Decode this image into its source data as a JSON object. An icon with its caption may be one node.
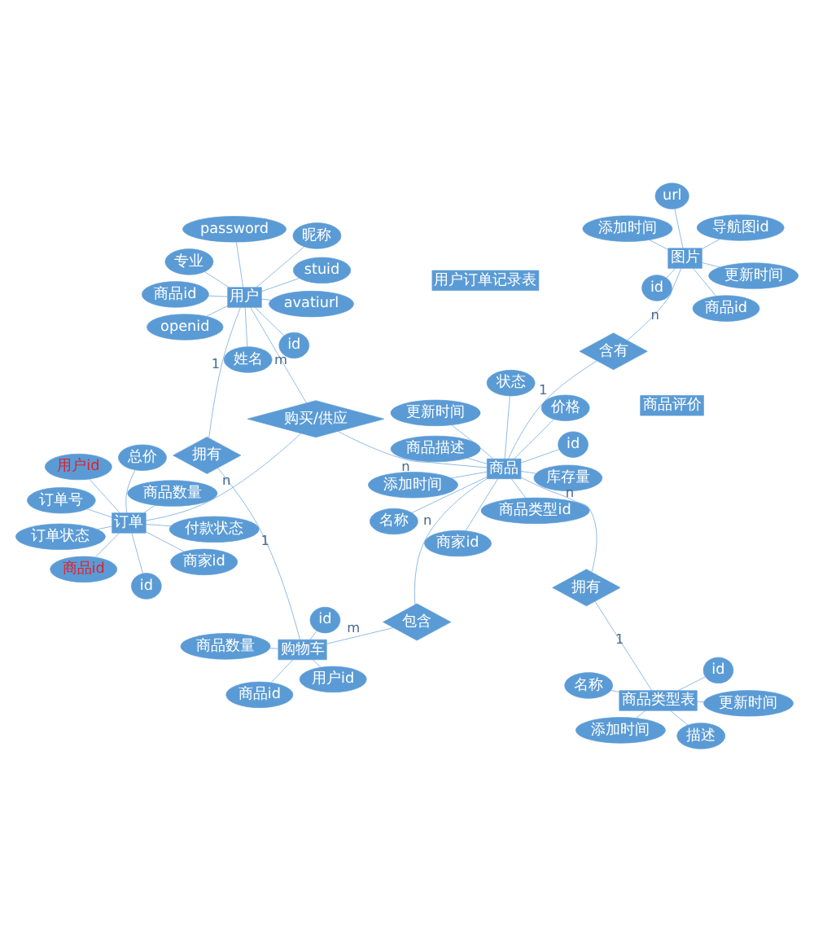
{
  "diagram": {
    "nodes": [
      {
        "text": [
          "用户"
        ]
      },
      {
        "text": [
          "专业"
        ]
      },
      {
        "text": [
          "id"
        ]
      },
      {
        "text": [
          "openid"
        ]
      },
      {
        "text": [
          "商品id"
        ]
      },
      {
        "text": [
          "password"
        ]
      },
      {
        "text": [
          "姓名"
        ]
      },
      {
        "text": [
          "昵称"
        ]
      },
      {
        "text": [
          "avatiurl"
        ]
      },
      {
        "text": [
          "stuid"
        ]
      },
      {
        "text": [
          "用户订单记录表"
        ]
      },
      {
        "text": [
          "商品评价"
        ]
      },
      {
        "text": [
          "拥有"
        ]
      },
      {
        "text": [
          "id"
        ]
      },
      {
        "text": [
          "商品id"
        ]
      },
      {
        "text": [
          "购物车"
        ]
      },
      {
        "text": [
          "用户id"
        ]
      },
      {
        "text": [
          "商品数量"
        ]
      },
      {
        "text": [
          "购买/供应"
        ]
      },
      {
        "text": [
          "id"
        ]
      },
      {
        "text": [
          "订单号"
        ]
      },
      {
        "text": [
          "总价"
        ]
      },
      {
        "text": [
          "用户id"
        ]
      },
      {
        "text": [
          "订单"
        ]
      },
      {
        "text": [
          "商品id"
        ]
      },
      {
        "text": [
          "商家id"
        ]
      },
      {
        "text": [
          "商品数量"
        ]
      },
      {
        "text": [
          "付款状态"
        ]
      },
      {
        "text": [
          "订单状态"
        ]
      },
      {
        "text": [
          "添加时间"
        ]
      },
      {
        "text": [
          "id"
        ]
      },
      {
        "text": [
          "名称"
        ]
      },
      {
        "text": [
          "更新时间"
        ]
      },
      {
        "text": [
          "价格"
        ]
      },
      {
        "text": [
          "包含"
        ]
      },
      {
        "text": [
          "商品"
        ]
      },
      {
        "text": [
          "含有"
        ]
      },
      {
        "text": [
          "库存量"
        ]
      },
      {
        "text": [
          "商品类型id"
        ]
      },
      {
        "text": [
          "状态"
        ]
      },
      {
        "text": [
          "商家id"
        ]
      },
      {
        "text": [
          "商品描述"
        ]
      },
      {
        "text": [
          "id"
        ]
      },
      {
        "text": [
          "商品id"
        ]
      },
      {
        "text": [
          "图片"
        ]
      },
      {
        "text": [
          "导航图id"
        ]
      },
      {
        "text": [
          "添加时间"
        ]
      },
      {
        "text": [
          "url"
        ]
      },
      {
        "text": [
          "更新时间"
        ]
      },
      {
        "text": [
          "拥有"
        ]
      },
      {
        "text": [
          "id"
        ]
      },
      {
        "text": [
          "名称"
        ]
      },
      {
        "text": [
          "商品类型表"
        ]
      },
      {
        "text": [
          "更新时间"
        ]
      },
      {
        "text": [
          "添加时间"
        ]
      },
      {
        "text": [
          "描述"
        ]
      }
    ],
    "edges": [
      {
        "from": 0,
        "to": 1,
        "arrow": "none"
      },
      {
        "from": 0,
        "to": 2,
        "arrow": "none"
      },
      {
        "from": 0,
        "to": 3,
        "arrow": "none"
      },
      {
        "from": 0,
        "to": 4,
        "arrow": "none"
      },
      {
        "from": 0,
        "to": 5,
        "arrow": "none"
      },
      {
        "from": 0,
        "to": 6,
        "arrow": "none"
      },
      {
        "from": 0,
        "to": 7,
        "arrow": "none"
      },
      {
        "from": 0,
        "to": 8,
        "arrow": "none"
      },
      {
        "from": 0,
        "to": 9,
        "arrow": "none"
      },
      {
        "from": 0,
        "to": 12,
        "arrow": "none",
        "label": "1"
      },
      {
        "from": 12,
        "to": 15,
        "arrow": "none",
        "label": "1"
      },
      {
        "from": 15,
        "to": 13,
        "arrow": "none"
      },
      {
        "from": 15,
        "to": 14,
        "arrow": "none"
      },
      {
        "from": 15,
        "to": 16,
        "arrow": "none"
      },
      {
        "from": 15,
        "to": 17,
        "arrow": "none"
      },
      {
        "from": 0,
        "to": 18,
        "arrow": "none",
        "label": "m"
      },
      {
        "from": 18,
        "to": 23,
        "arrow": "none",
        "label": "n"
      },
      {
        "from": 18,
        "to": 35,
        "arrow": "none",
        "label": "n"
      },
      {
        "from": 23,
        "to": 19,
        "arrow": "none"
      },
      {
        "from": 23,
        "to": 20,
        "arrow": "none"
      },
      {
        "from": 23,
        "to": 21,
        "arrow": "none"
      },
      {
        "from": 23,
        "to": 22,
        "arrow": "none"
      },
      {
        "from": 23,
        "to": 24,
        "arrow": "none"
      },
      {
        "from": 23,
        "to": 25,
        "arrow": "none"
      },
      {
        "from": 23,
        "to": 26,
        "arrow": "none"
      },
      {
        "from": 23,
        "to": 27,
        "arrow": "none"
      },
      {
        "from": 23,
        "to": 28,
        "arrow": "none"
      },
      {
        "from": 15,
        "to": 34,
        "arrow": "none",
        "label": "m"
      },
      {
        "from": 34,
        "to": 35,
        "arrow": "none",
        "label": "n"
      },
      {
        "from": 35,
        "to": 29,
        "arrow": "none"
      },
      {
        "from": 35,
        "to": 30,
        "arrow": "none"
      },
      {
        "from": 35,
        "to": 31,
        "arrow": "none"
      },
      {
        "from": 35,
        "to": 32,
        "arrow": "none"
      },
      {
        "from": 35,
        "to": 33,
        "arrow": "none"
      },
      {
        "from": 35,
        "to": 37,
        "arrow": "none"
      },
      {
        "from": 35,
        "to": 38,
        "arrow": "none"
      },
      {
        "from": 35,
        "to": 39,
        "arrow": "none"
      },
      {
        "from": 35,
        "to": 40,
        "arrow": "none"
      },
      {
        "from": 35,
        "to": 41,
        "arrow": "none"
      },
      {
        "from": 35,
        "to": 36,
        "arrow": "none",
        "label": "1"
      },
      {
        "from": 36,
        "to": 44,
        "arrow": "none",
        "label": "n"
      },
      {
        "from": 44,
        "to": 42,
        "arrow": "none"
      },
      {
        "from": 44,
        "to": 43,
        "arrow": "none"
      },
      {
        "from": 44,
        "to": 45,
        "arrow": "none"
      },
      {
        "from": 44,
        "to": 46,
        "arrow": "none"
      },
      {
        "from": 44,
        "to": 47,
        "arrow": "none"
      },
      {
        "from": 44,
        "to": 48,
        "arrow": "none"
      },
      {
        "from": 35,
        "to": 49,
        "arrow": "none",
        "label": "n"
      },
      {
        "from": 49,
        "to": 52,
        "arrow": "none",
        "label": "1"
      },
      {
        "from": 52,
        "to": 50,
        "arrow": "none"
      },
      {
        "from": 52,
        "to": 51,
        "arrow": "none"
      },
      {
        "from": 52,
        "to": 53,
        "arrow": "none"
      },
      {
        "from": 52,
        "to": 54,
        "arrow": "none"
      },
      {
        "from": 52,
        "to": 55,
        "arrow": "none"
      }
    ]
  }
}
